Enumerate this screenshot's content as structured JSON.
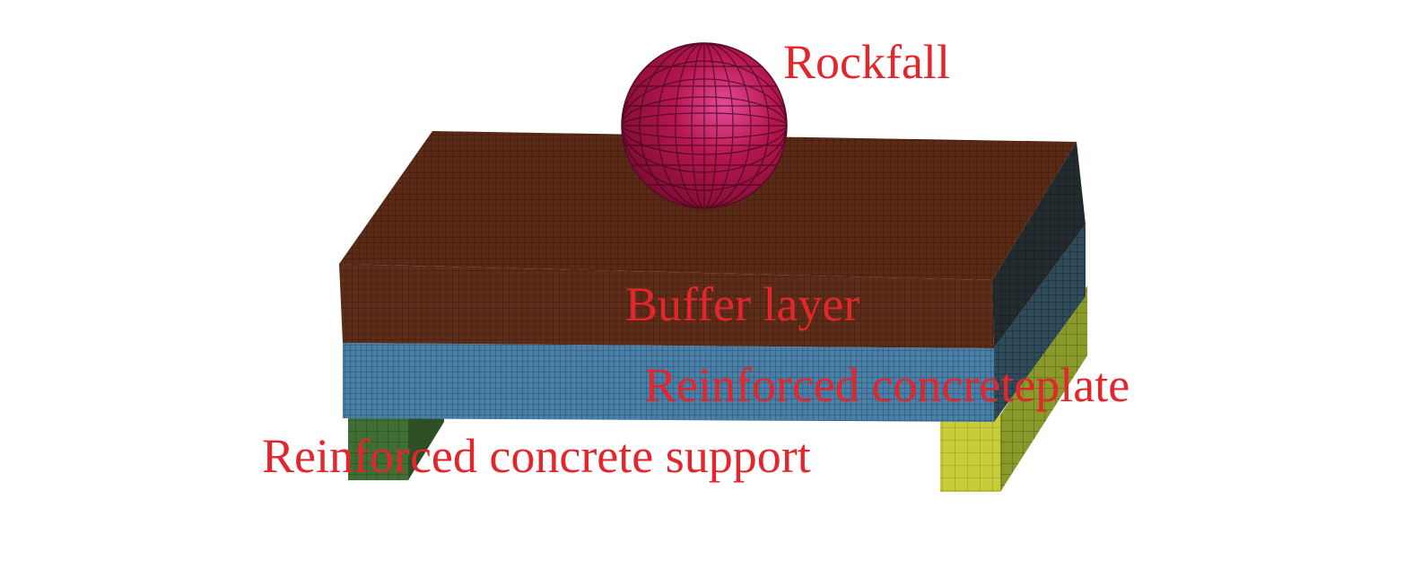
{
  "labels": {
    "rockfall": "Rockfall",
    "buffer_layer": "Buffer layer",
    "plate": "Reinforced concreteplate",
    "support": "Reinforced concrete support"
  },
  "colors": {
    "label_text": "#e3262c",
    "buffer_top": "#5a2a17",
    "buffer_front": "#5e2d19",
    "buffer_side": "#232b2e",
    "plate_front": "#4a7fa8",
    "plate_side": "#2f4a58",
    "support_left": "#3f6f34",
    "support_right_front": "#c8cc3a",
    "support_right_side": "#8a9a2a",
    "rock_main": "#b5164f",
    "rock_highlight": "#e64a9a",
    "mesh_line": "#1a0c06"
  },
  "icons": {
    "rock": "sphere",
    "buffer": "mesh-slab",
    "plate": "mesh-plate",
    "support": "mesh-block"
  }
}
